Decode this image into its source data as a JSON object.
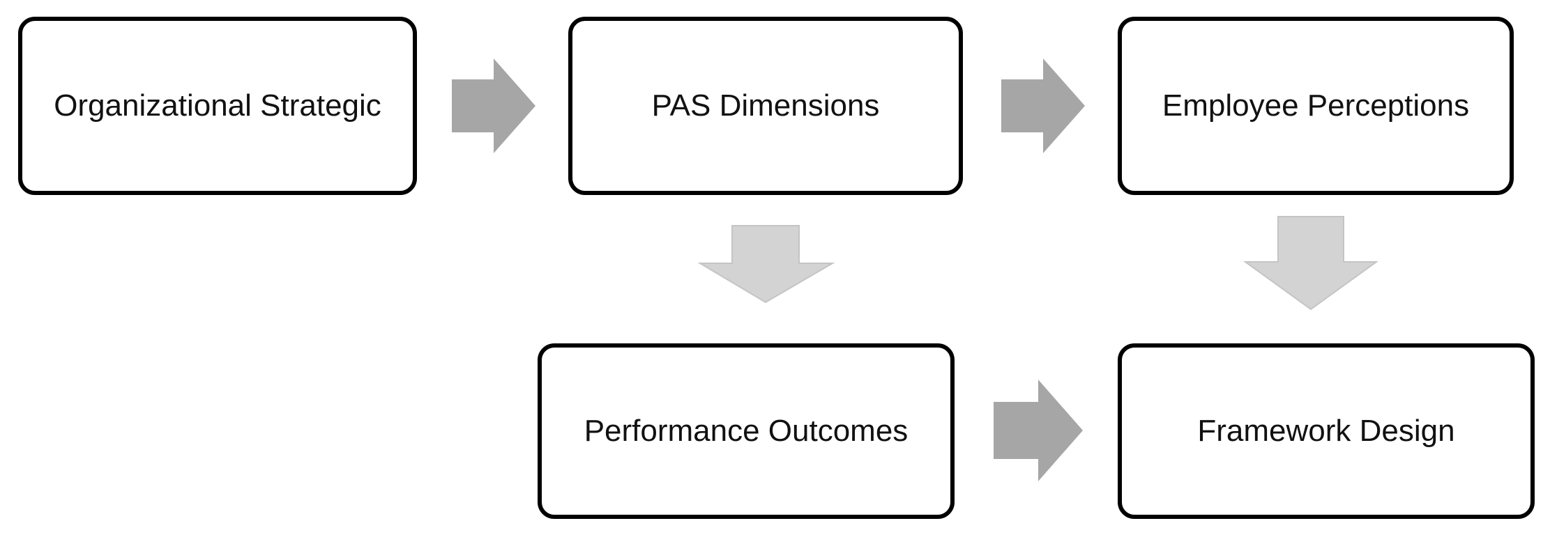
{
  "diagram": {
    "nodes": [
      {
        "id": "organizational-strategic",
        "label": "Organizational Strategic"
      },
      {
        "id": "pas-dimensions",
        "label": "PAS Dimensions"
      },
      {
        "id": "employee-perceptions",
        "label": "Employee Perceptions"
      },
      {
        "id": "performance-outcomes",
        "label": "Performance Outcomes"
      },
      {
        "id": "framework-design",
        "label": "Framework Design"
      }
    ],
    "edges": [
      {
        "from": "organizational-strategic",
        "to": "pas-dimensions",
        "direction": "right"
      },
      {
        "from": "pas-dimensions",
        "to": "employee-perceptions",
        "direction": "right"
      },
      {
        "from": "pas-dimensions",
        "to": "performance-outcomes",
        "direction": "down"
      },
      {
        "from": "employee-perceptions",
        "to": "framework-design",
        "direction": "down"
      },
      {
        "from": "performance-outcomes",
        "to": "framework-design",
        "direction": "right"
      }
    ]
  },
  "colors": {
    "node_border": "#000000",
    "node_fill": "#ffffff",
    "arrow_right": "#a6a6a6",
    "arrow_down_fill": "#d3d3d3",
    "arrow_down_stroke": "#c4c4c4"
  }
}
